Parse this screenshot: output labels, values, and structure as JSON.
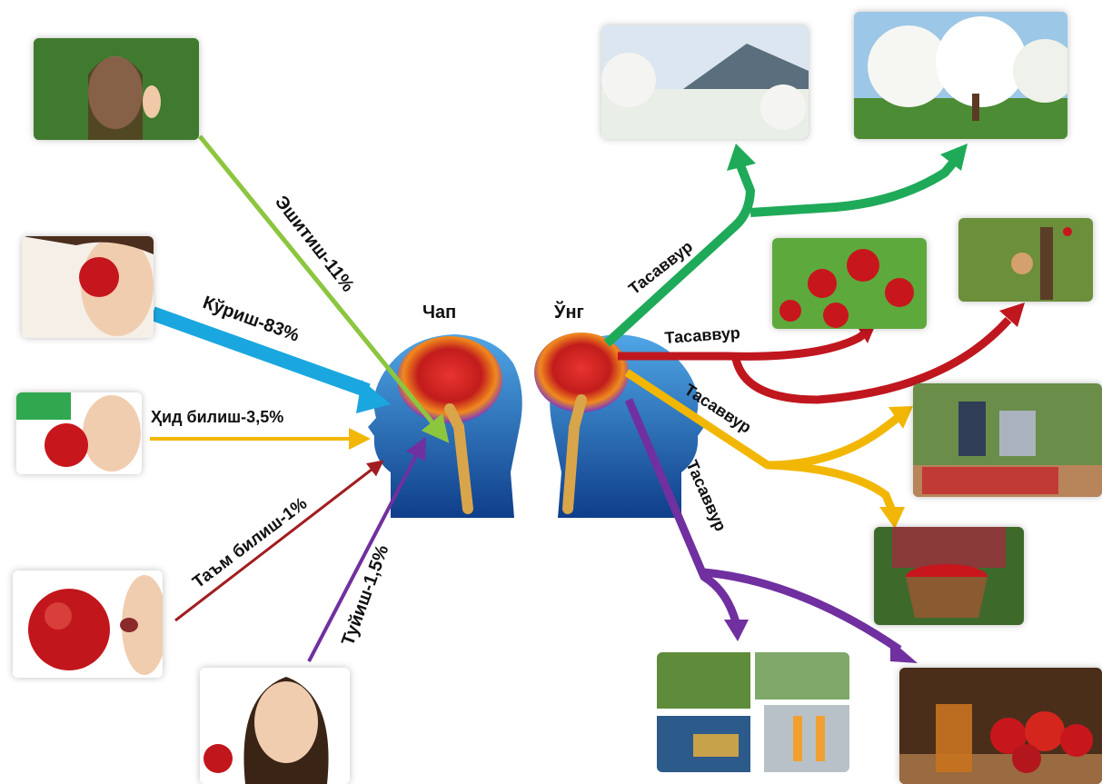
{
  "hemispheres": {
    "left": "Чап",
    "right": "Ўнг"
  },
  "senses": [
    {
      "label": "Эшитиш-11%",
      "color": "#8cc63f"
    },
    {
      "label": "Кўриш-83%",
      "color": "#1aa7df"
    },
    {
      "label": "Ҳид билиш-3,5%",
      "color": "#f2b705"
    },
    {
      "label": "Таъм билиш-1%",
      "color": "#a11d21"
    },
    {
      "label": "Туйиш-1,5%",
      "color": "#7030a0"
    }
  ],
  "imagination": [
    {
      "label": "Тасаввур",
      "color": "#1faa59"
    },
    {
      "label": "Тасаввур",
      "color": "#c0171f"
    },
    {
      "label": "Тасаввур",
      "color": "#f2b705"
    },
    {
      "label": "Тасаввур",
      "color": "#7030a0"
    }
  ],
  "photos": {
    "left": [
      "woman-listening",
      "woman-looking-apple",
      "woman-smelling-apple",
      "person-tasting-apple",
      "girl-holding-apple"
    ],
    "right": [
      "blossom-valley",
      "blossom-orchard",
      "apples-on-branch",
      "apple-tree",
      "apple-harvest",
      "basket-of-apples",
      "orchard-and-processing",
      "apple-juice"
    ]
  }
}
